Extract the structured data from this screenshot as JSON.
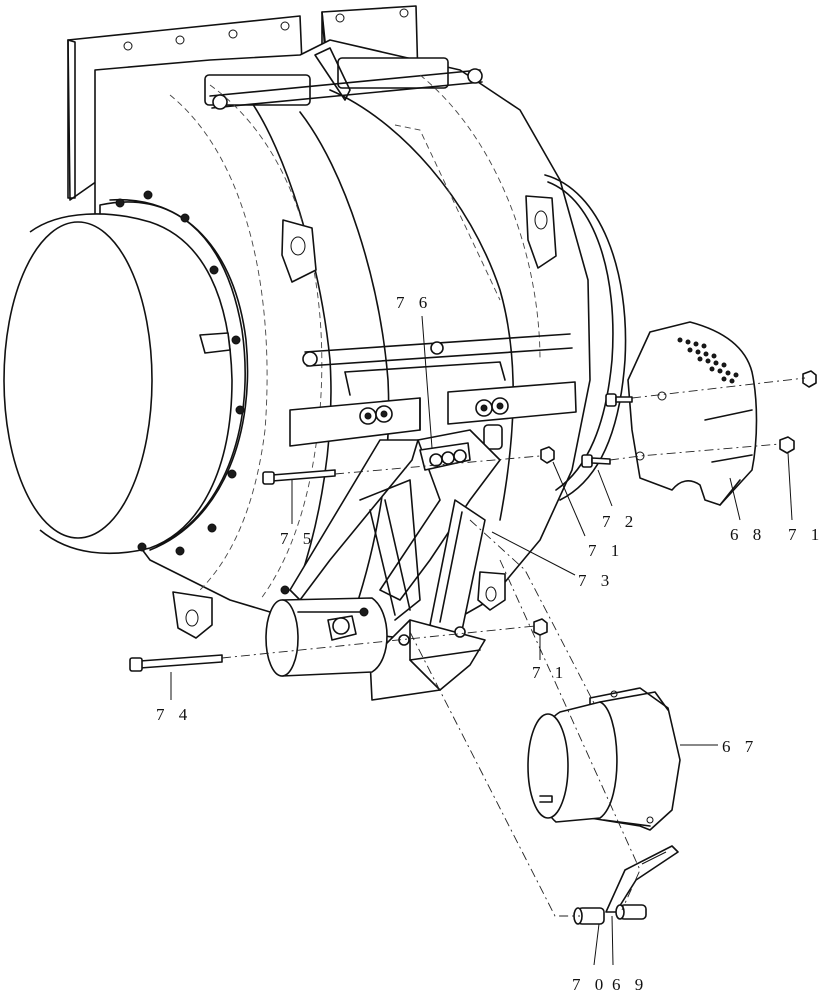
{
  "callouts": [
    {
      "id": "c67",
      "text": "6 7"
    },
    {
      "id": "c68",
      "text": "6 8"
    },
    {
      "id": "c69",
      "text": "6 9"
    },
    {
      "id": "c70",
      "text": "7 0"
    },
    {
      "id": "c71a",
      "text": "7 1"
    },
    {
      "id": "c71b",
      "text": "7 1"
    },
    {
      "id": "c71c",
      "text": "7 1"
    },
    {
      "id": "c72",
      "text": "7 2"
    },
    {
      "id": "c73",
      "text": "7 3"
    },
    {
      "id": "c74",
      "text": "7 4"
    },
    {
      "id": "c75",
      "text": "7 5"
    },
    {
      "id": "c76",
      "text": "7 6"
    }
  ]
}
